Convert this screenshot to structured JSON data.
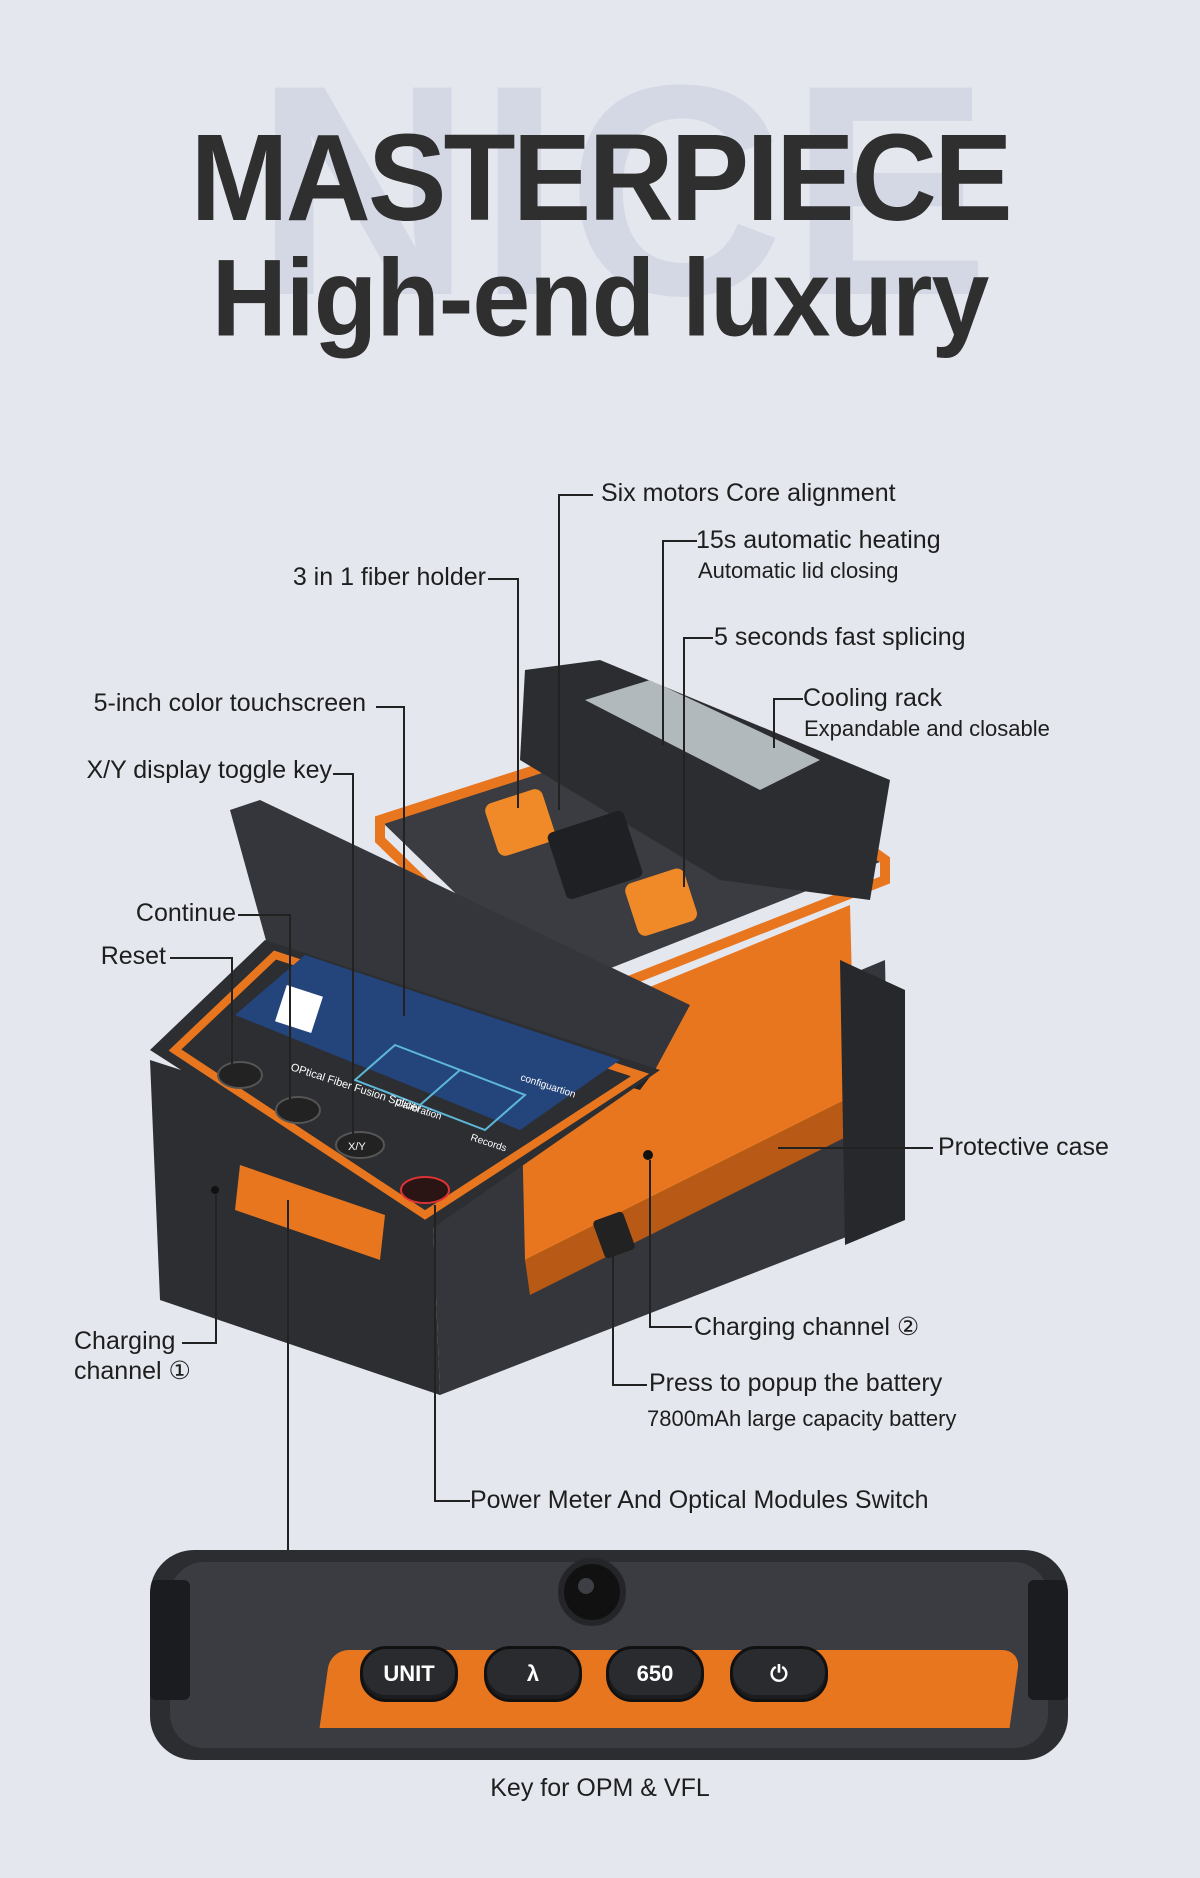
{
  "hero": {
    "background_word": "NICE",
    "title_line1": "MASTERPIECE",
    "title_line2": "High-end luxury"
  },
  "callouts": {
    "six_motors": "Six motors  Core alignment",
    "heating": "15s automatic heating",
    "lid": "Automatic lid closing",
    "fiber_holder": "3 in 1 fiber holder",
    "splicing": "5 seconds fast splicing",
    "touchscreen": "5-inch color touchscreen",
    "cooling": "Cooling rack",
    "cooling_sub": "Expandable and closable",
    "xy_key": "X/Y display toggle key",
    "continue": "Continue",
    "reset": "Reset",
    "protective_case": "Protective case",
    "charging_2": "Charging channel ②",
    "charging_1_a": "Charging",
    "charging_1_b": "channel ①",
    "battery_popup": "Press to popup the battery",
    "battery_capacity": "7800mAh large capacity battery",
    "power_meter": "Power Meter And Optical Modules Switch"
  },
  "screen": {
    "brand": "OPtical Fiber Fusion Splicer",
    "tiles": [
      "Calibration",
      "configuartion",
      "Records"
    ],
    "keys": [
      "X/Y"
    ]
  },
  "key_panel": {
    "buttons": [
      "UNIT",
      "λ",
      "650",
      "⏻"
    ],
    "caption": "Key for OPM & VFL"
  },
  "colors": {
    "accent_orange": "#e8761f",
    "body_dark": "#2f3135",
    "screen_blue": "#24457c",
    "background": "#e4e7ee"
  }
}
